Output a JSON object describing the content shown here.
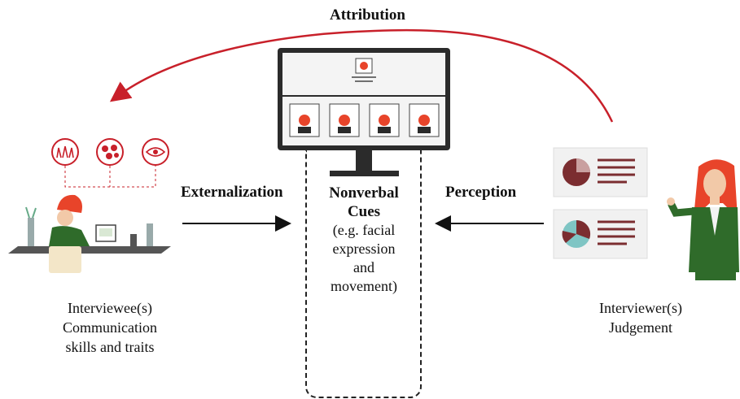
{
  "diagram": {
    "attribution_label": "Attribution",
    "externalization_label": "Externalization",
    "perception_label": "Perception",
    "center": {
      "title_line1": "Nonverbal",
      "title_line2": "Cues",
      "desc_lines": [
        "(e.g. facial",
        "expression",
        "and",
        "movement)"
      ]
    },
    "left_caption": [
      "Interviewee(s)",
      "Communication",
      "skills and traits"
    ],
    "right_caption": [
      "Interviewer(s)",
      "Judgement"
    ]
  },
  "colors": {
    "accent_red": "#c8202a",
    "hair_red": "#e8442a",
    "chart_maroon": "#7b2d30",
    "chart_teal": "#7fc5c4",
    "suit_green": "#2f6b2a",
    "monitor_dark": "#2b2b2b",
    "panel_bg": "#f1f1f1"
  },
  "icons": [
    "piano-icon",
    "molecule-icon",
    "eye-icon",
    "interviewee-at-desk-illustration",
    "monitor-with-video-grid",
    "pie-chart-card-icon",
    "interviewer-woman-illustration"
  ]
}
